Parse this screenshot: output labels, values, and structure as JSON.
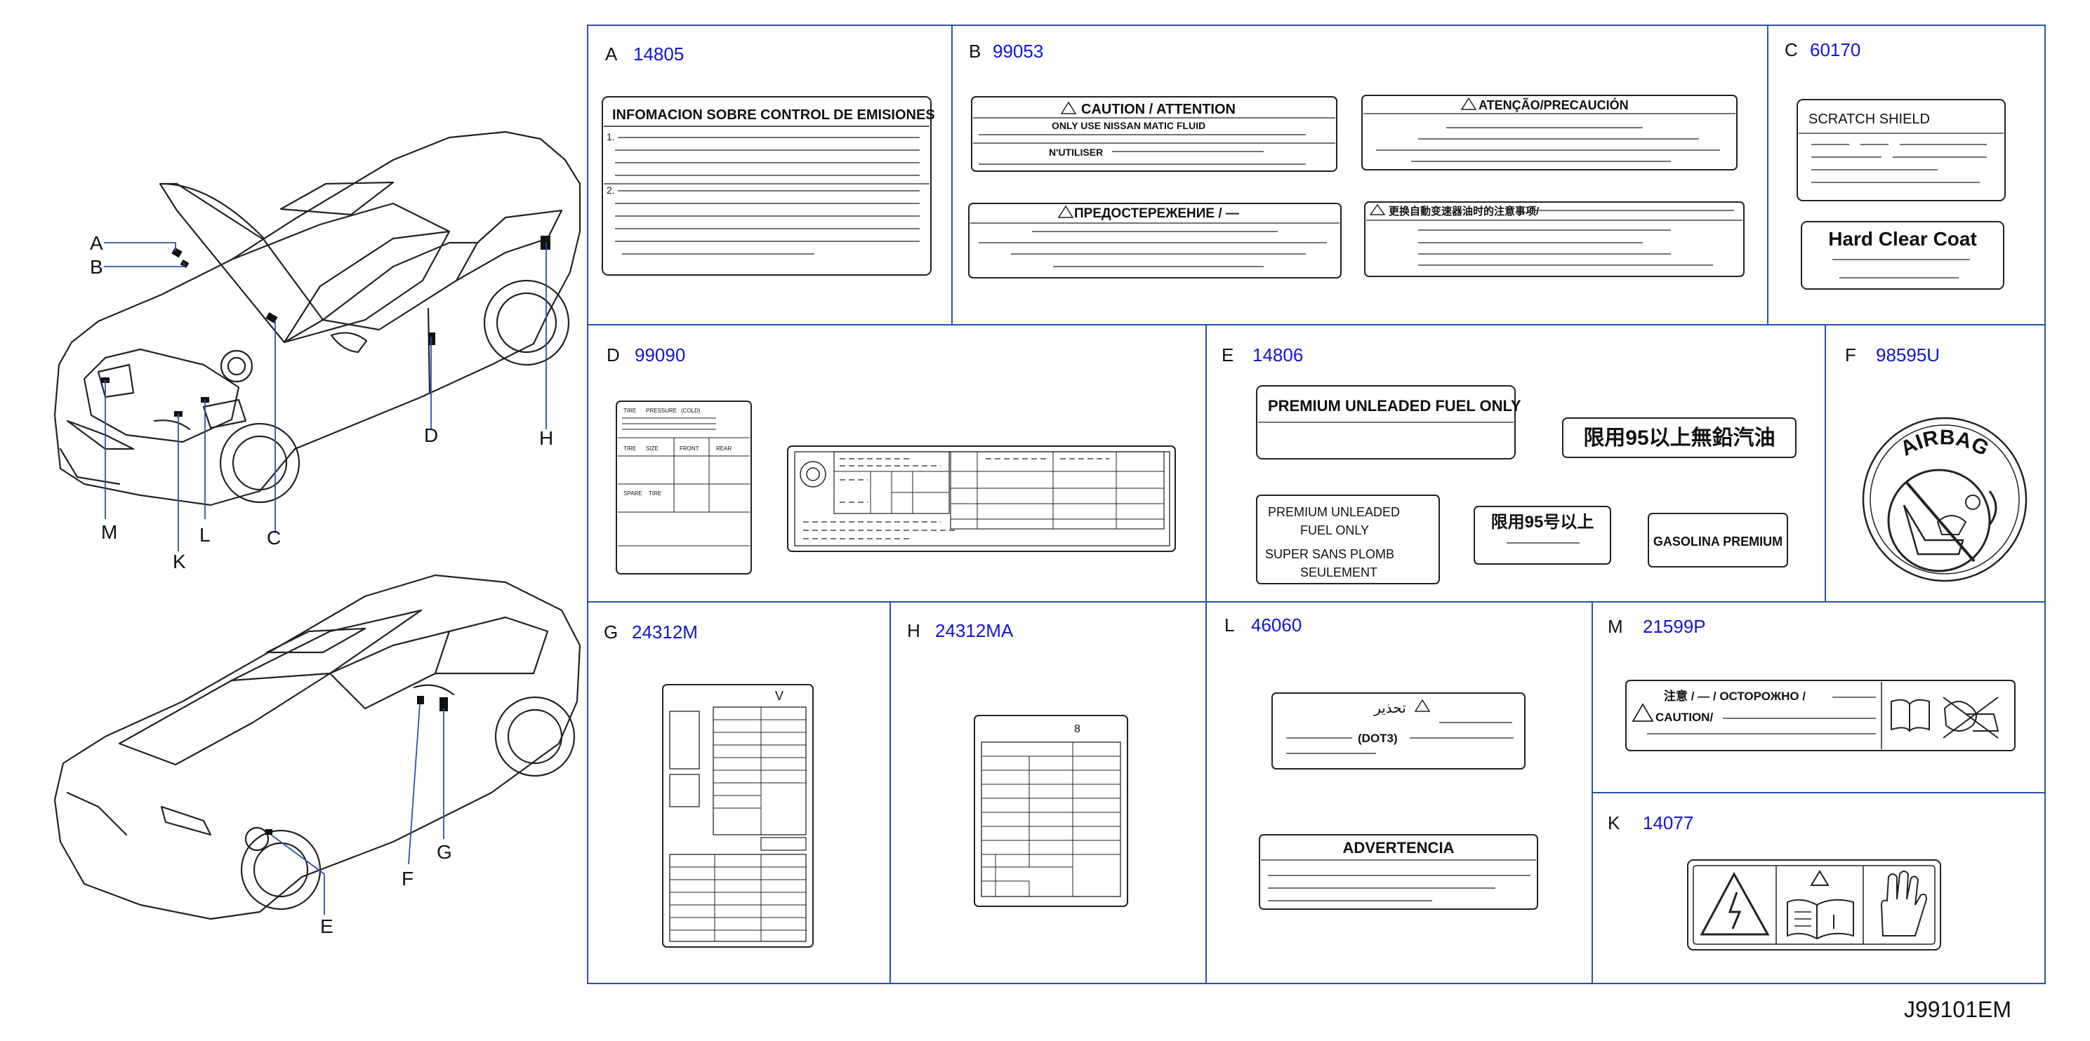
{
  "drawing_id": "J99101EM",
  "colors": {
    "frame": "#2a52a8",
    "part_number": "#1414d2",
    "ink": "#111111"
  },
  "callouts": [
    "A",
    "B",
    "C",
    "D",
    "E",
    "F",
    "G",
    "H",
    "K",
    "L",
    "M"
  ],
  "panels": {
    "A": {
      "letter": "A",
      "number": "14805",
      "heading": "INFOMACION SOBRE CONTROL DE EMISIONES",
      "items": [
        "1.",
        "2."
      ]
    },
    "B": {
      "letter": "B",
      "number": "99053",
      "caution": "CAUTION / ATTENTION",
      "line1": "ONLY  USE  NISSAN  MATIC  FLUID",
      "line2": "N'UTILISER",
      "pt": "ATENÇÃO/PRECAUCIÓN",
      "ru": "ПРЕДОСТЕРЕЖЕНИЕ / —",
      "cn": "更换自動变速器油时的注意事项/"
    },
    "C": {
      "letter": "C",
      "number": "60170",
      "label1": "SCRATCH   SHIELD",
      "label2": "Hard Clear Coat"
    },
    "D": {
      "letter": "D",
      "number": "99090",
      "tire_header": [
        "TIRE",
        "PRESSURE",
        "(COLD)"
      ],
      "tire_cols": [
        "TIRE",
        "SIZE",
        "FRONT",
        "REAR"
      ],
      "tire_spare": [
        "SPARE",
        "TIRE"
      ]
    },
    "E": {
      "letter": "E",
      "number": "14806",
      "premium": "PREMIUM UNLEADED FUEL ONLY",
      "cn1": "限用95以上無鉛汽油",
      "multi": [
        "PREMIUM     UNLEADED",
        "FUEL     ONLY",
        "SUPER     SANS     PLOMB",
        "SEULEMENT"
      ],
      "cn2": "限用95号以上",
      "gasolina": "GASOLINA PREMIUM"
    },
    "F": {
      "letter": "F",
      "number": "98595U",
      "airbag": "AIRBAG"
    },
    "G": {
      "letter": "G",
      "number": "24312M",
      "v": "V"
    },
    "H": {
      "letter": "H",
      "number": "24312MA",
      "eight": "8"
    },
    "L": {
      "letter": "L",
      "number": "46060",
      "arabic": "تحذير",
      "dot3": "(DOT3)",
      "advert": "ADVERTENCIA"
    },
    "M": {
      "letter": "M",
      "number": "21599P",
      "line1": "注意 / — / ОСТОРОЖНО /",
      "line2": "CAUTION/"
    },
    "K": {
      "letter": "K",
      "number": "14077"
    }
  }
}
